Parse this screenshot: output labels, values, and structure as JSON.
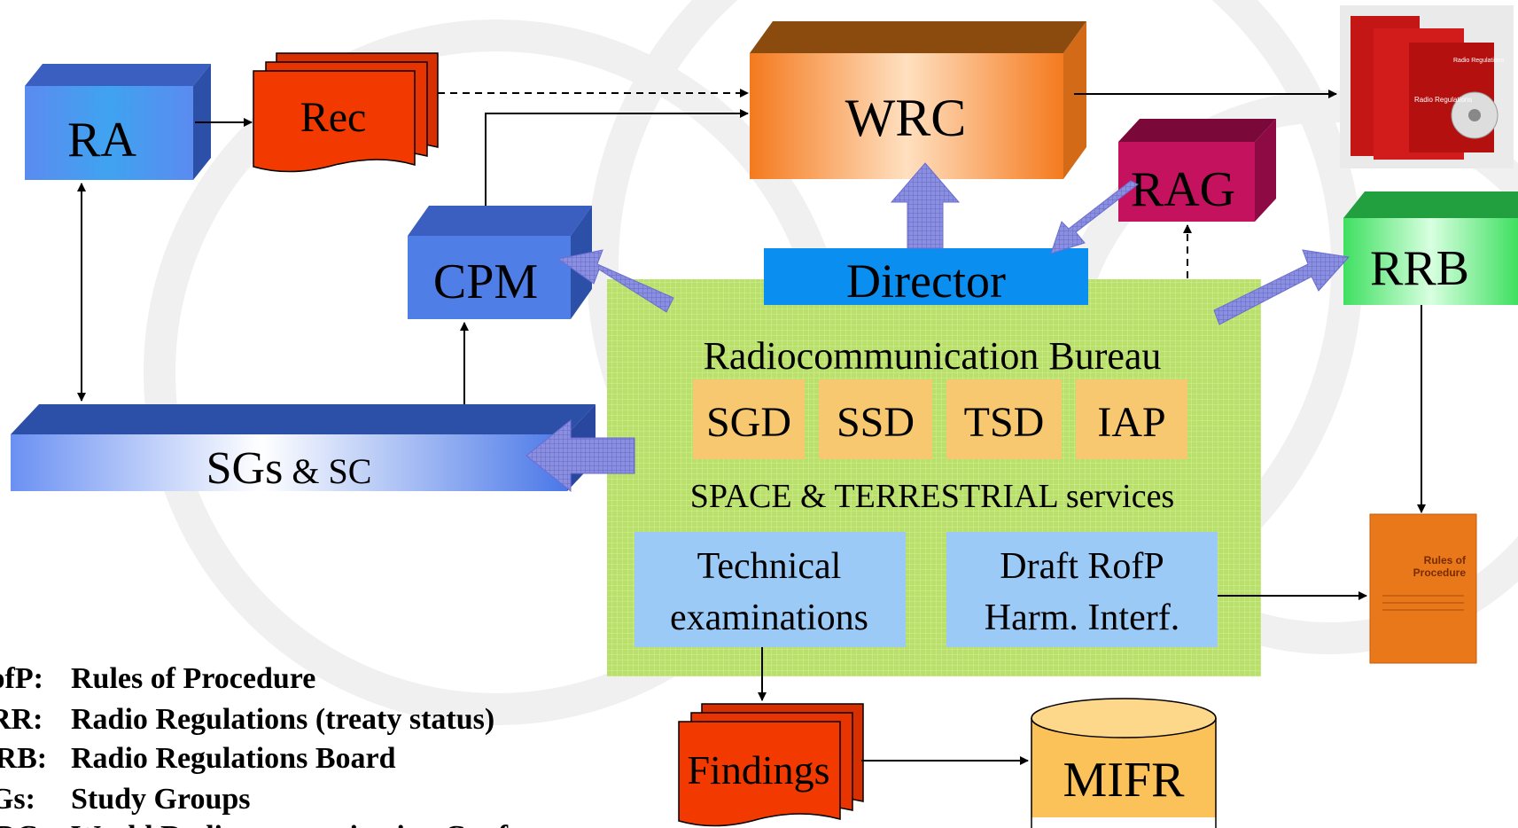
{
  "nodes": {
    "ra": "RA",
    "rec": "Rec",
    "wrc": "WRC",
    "rag": "RAG",
    "cpm": "CPM",
    "director": "Director",
    "rrb": "RRB",
    "sgs_big": "SGs",
    "sgs_small": " & SC",
    "bureau_title": "Radiocommunication Bureau",
    "departments": [
      "SGD",
      "SSD",
      "TSD",
      "IAP"
    ],
    "services": "SPACE & TERRESTRIAL services",
    "technical_line1": "Technical",
    "technical_line2": "examinations",
    "draft_line1": "Draft RofP",
    "draft_line2": "Harm. Interf.",
    "findings": "Findings",
    "mifr": "MIFR"
  },
  "books": {
    "rr_cover_title": "Radio Regulations",
    "rr_spine": "Radio Regulations",
    "rofp_title_line1": "Rules of",
    "rofp_title_line2": "Procedure"
  },
  "glossary": [
    {
      "abbr": "RofP:",
      "text": "Rules of Procedure"
    },
    {
      "abbr": "RR:",
      "text": "Radio Regulations (treaty status)"
    },
    {
      "abbr": "RRB:",
      "text": "Radio Regulations Board"
    },
    {
      "abbr": "SGs:",
      "text": "Study Groups"
    },
    {
      "abbr": "WRC:",
      "text": "World Radiocommunication Conference"
    }
  ],
  "colors": {
    "ra_blue": "#4f7fe6",
    "rec_red": "#f23a00",
    "wrc_orange": "#f48a3a",
    "rag_magenta": "#b5105a",
    "director_blue": "#0a8ef0",
    "rrb_green": "#4ce86a",
    "bureau_green": "#b8e06a",
    "dept_orange": "#f8c870",
    "exam_blue": "#9ccaf7",
    "mifr_yellow": "#fbc25a",
    "book_red": "#d21b1b",
    "book_orange": "#e8781a",
    "arrow_blue": "#7a7fd8"
  }
}
